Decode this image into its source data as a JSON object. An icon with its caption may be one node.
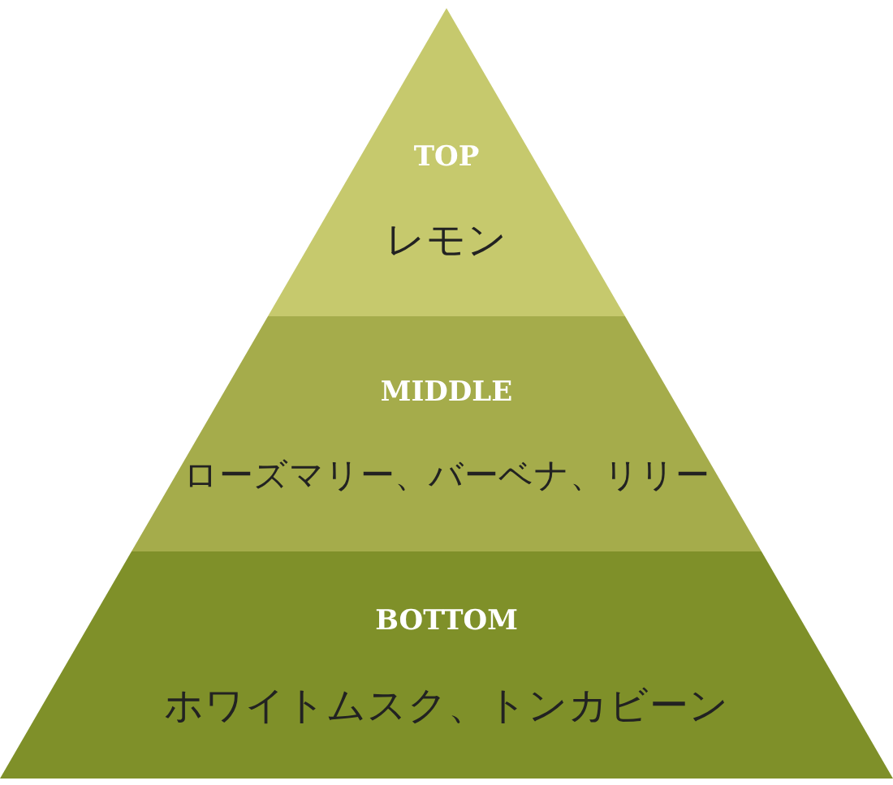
{
  "diagram": {
    "nodes": [
      {
        "text": [
          "TOP",
          "レモン"
        ]
      },
      {
        "text": [
          "MIDDLE",
          "ローズマリー、バーベナ、リリー"
        ]
      },
      {
        "text": [
          "BOTTOM",
          "ホワイトムスク、トンカビーン"
        ]
      }
    ]
  }
}
